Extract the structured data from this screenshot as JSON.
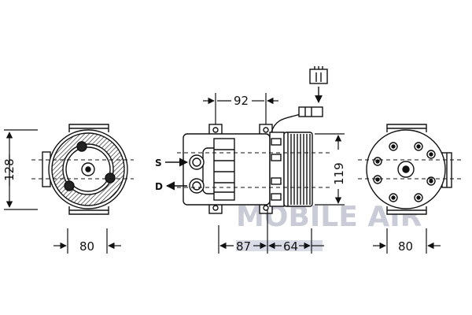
{
  "dimensions": {
    "left_height": "128",
    "left_width": "80",
    "top_span": "92",
    "side_height": "119",
    "bottom_body": "87",
    "bottom_pulley": "64",
    "right_width": "80"
  },
  "ports": {
    "suction": "S",
    "discharge": "D"
  },
  "watermark": "MOBILE AIR",
  "colors": {
    "line": "#111111",
    "hatch": "#333333",
    "watermark": "#c9ccd6",
    "watermark_bar": "#d9dce6"
  }
}
